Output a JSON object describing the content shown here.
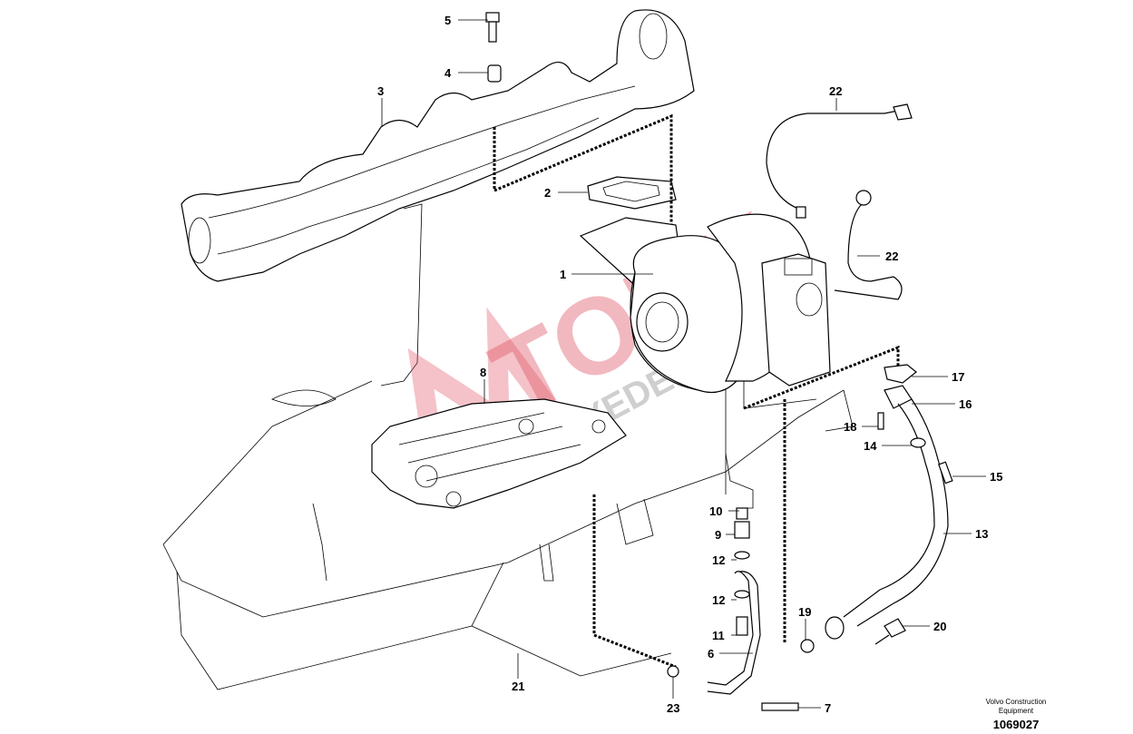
{
  "diagram": {
    "callouts": [
      {
        "id": "c5",
        "label": "5"
      },
      {
        "id": "c4",
        "label": "4"
      },
      {
        "id": "c3",
        "label": "3"
      },
      {
        "id": "c22a",
        "label": "22"
      },
      {
        "id": "c2",
        "label": "2"
      },
      {
        "id": "c22b",
        "label": "22"
      },
      {
        "id": "c1",
        "label": "1"
      },
      {
        "id": "c8",
        "label": "8"
      },
      {
        "id": "c17",
        "label": "17"
      },
      {
        "id": "c16",
        "label": "16"
      },
      {
        "id": "c18",
        "label": "18"
      },
      {
        "id": "c14",
        "label": "14"
      },
      {
        "id": "c15",
        "label": "15"
      },
      {
        "id": "c10",
        "label": "10"
      },
      {
        "id": "c9",
        "label": "9"
      },
      {
        "id": "c13",
        "label": "13"
      },
      {
        "id": "c12a",
        "label": "12"
      },
      {
        "id": "c12b",
        "label": "12"
      },
      {
        "id": "c19",
        "label": "19"
      },
      {
        "id": "c20",
        "label": "20"
      },
      {
        "id": "c11",
        "label": "11"
      },
      {
        "id": "c6",
        "label": "6"
      },
      {
        "id": "c21",
        "label": "21"
      },
      {
        "id": "c23",
        "label": "23"
      },
      {
        "id": "c7",
        "label": "7"
      }
    ],
    "watermark": "TORK",
    "credit_line1": "Volvo Construction",
    "credit_line2": "Equipment",
    "document_number": "1069027"
  }
}
